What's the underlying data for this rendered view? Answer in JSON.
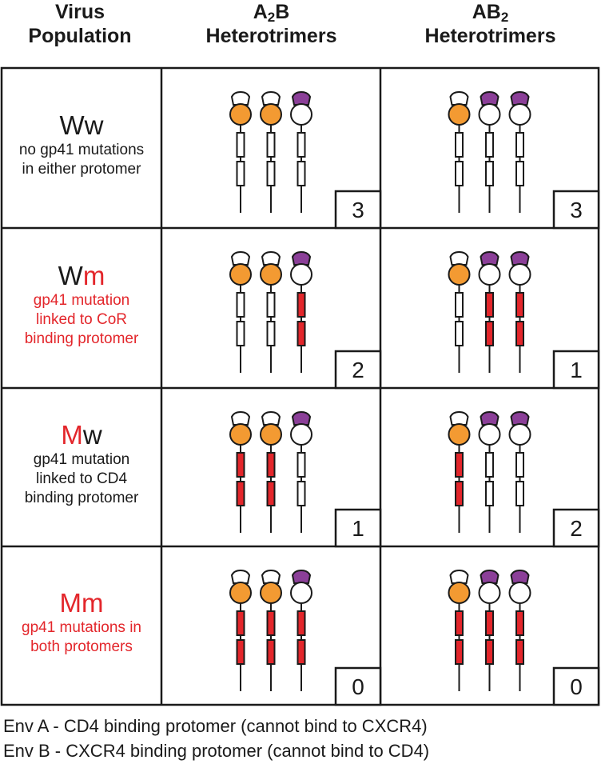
{
  "headers": {
    "virus_line1": "Virus",
    "virus_line2": "Population",
    "a2b_prefix": "A",
    "a2b_sub": "2",
    "a2b_suffix": "B",
    "a2b_line2": "Heterotrimers",
    "ab2_prefix": "AB",
    "ab2_sub": "2",
    "ab2_line2": "Heterotrimers"
  },
  "colors": {
    "cd4_protomer": "#f39a32",
    "cxcr4_cap": "#8b3f98",
    "gp41_mutation": "#e3262b",
    "red_text": "#e3262b"
  },
  "rows": [
    {
      "label_first": "W",
      "label_second": "w",
      "first_red": false,
      "second_red": false,
      "description": [
        "no gp41 mutations",
        "in either protomer"
      ],
      "description_red": false,
      "a2b": {
        "stalk_mutated": [
          false,
          false,
          false
        ],
        "count": "3"
      },
      "ab2": {
        "stalk_mutated": [
          false,
          false,
          false
        ],
        "count": "3"
      }
    },
    {
      "label_first": "W",
      "label_second": "m",
      "first_red": false,
      "second_red": true,
      "description": [
        "gp41 mutation",
        "linked to CoR",
        "binding protomer"
      ],
      "description_red": true,
      "a2b": {
        "stalk_mutated": [
          false,
          false,
          true
        ],
        "count": "2"
      },
      "ab2": {
        "stalk_mutated": [
          false,
          true,
          true
        ],
        "count": "1"
      }
    },
    {
      "label_first": "M",
      "label_second": "w",
      "first_red": true,
      "second_red": false,
      "description": [
        "gp41 mutation",
        "linked to CD4",
        "binding protomer"
      ],
      "description_red": false,
      "a2b": {
        "stalk_mutated": [
          true,
          true,
          false
        ],
        "count": "1"
      },
      "ab2": {
        "stalk_mutated": [
          true,
          false,
          false
        ],
        "count": "2"
      }
    },
    {
      "label_first": "M",
      "label_second": "m",
      "first_red": true,
      "second_red": true,
      "description": [
        "gp41 mutations in",
        "both protomers"
      ],
      "description_red": true,
      "a2b": {
        "stalk_mutated": [
          true,
          true,
          true
        ],
        "count": "0"
      },
      "ab2": {
        "stalk_mutated": [
          true,
          true,
          true
        ],
        "count": "0"
      }
    }
  ],
  "trimer_types": {
    "a2b": [
      "A",
      "A",
      "B"
    ],
    "ab2": [
      "A",
      "B",
      "B"
    ]
  },
  "footer": {
    "line1": "Env A - CD4 binding protomer (cannot bind to CXCR4)",
    "line2": "Env B - CXCR4 binding protomer (cannot bind to CD4)"
  }
}
